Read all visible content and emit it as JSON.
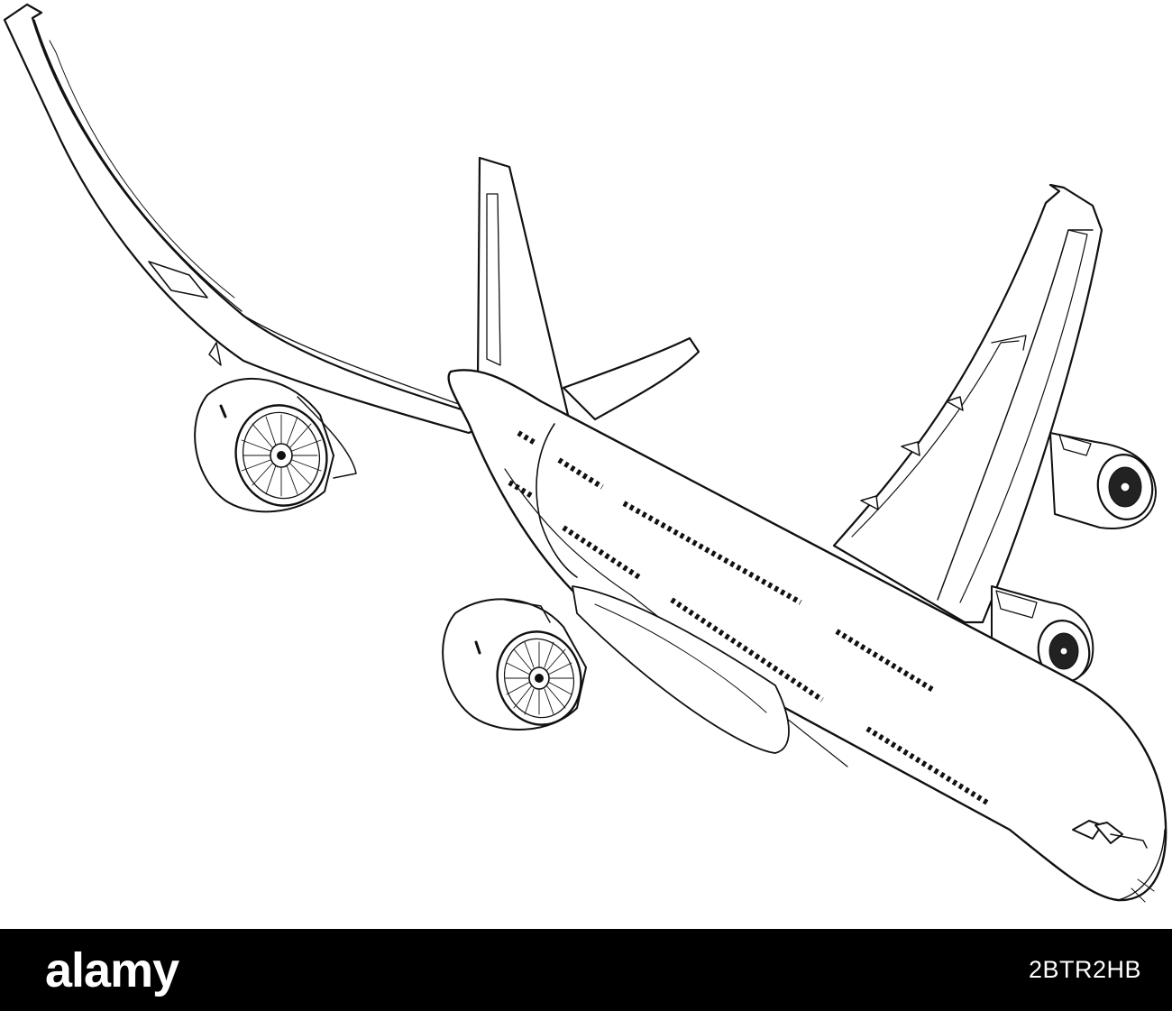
{
  "image": {
    "subject": "airplane-line-sketch",
    "background_color": "#ffffff",
    "line_color": "#111111"
  },
  "watermark": {
    "brand": "alamy",
    "image_id": "2BTR2HB",
    "bar_color": "#000000",
    "text_color": "#ffffff"
  }
}
